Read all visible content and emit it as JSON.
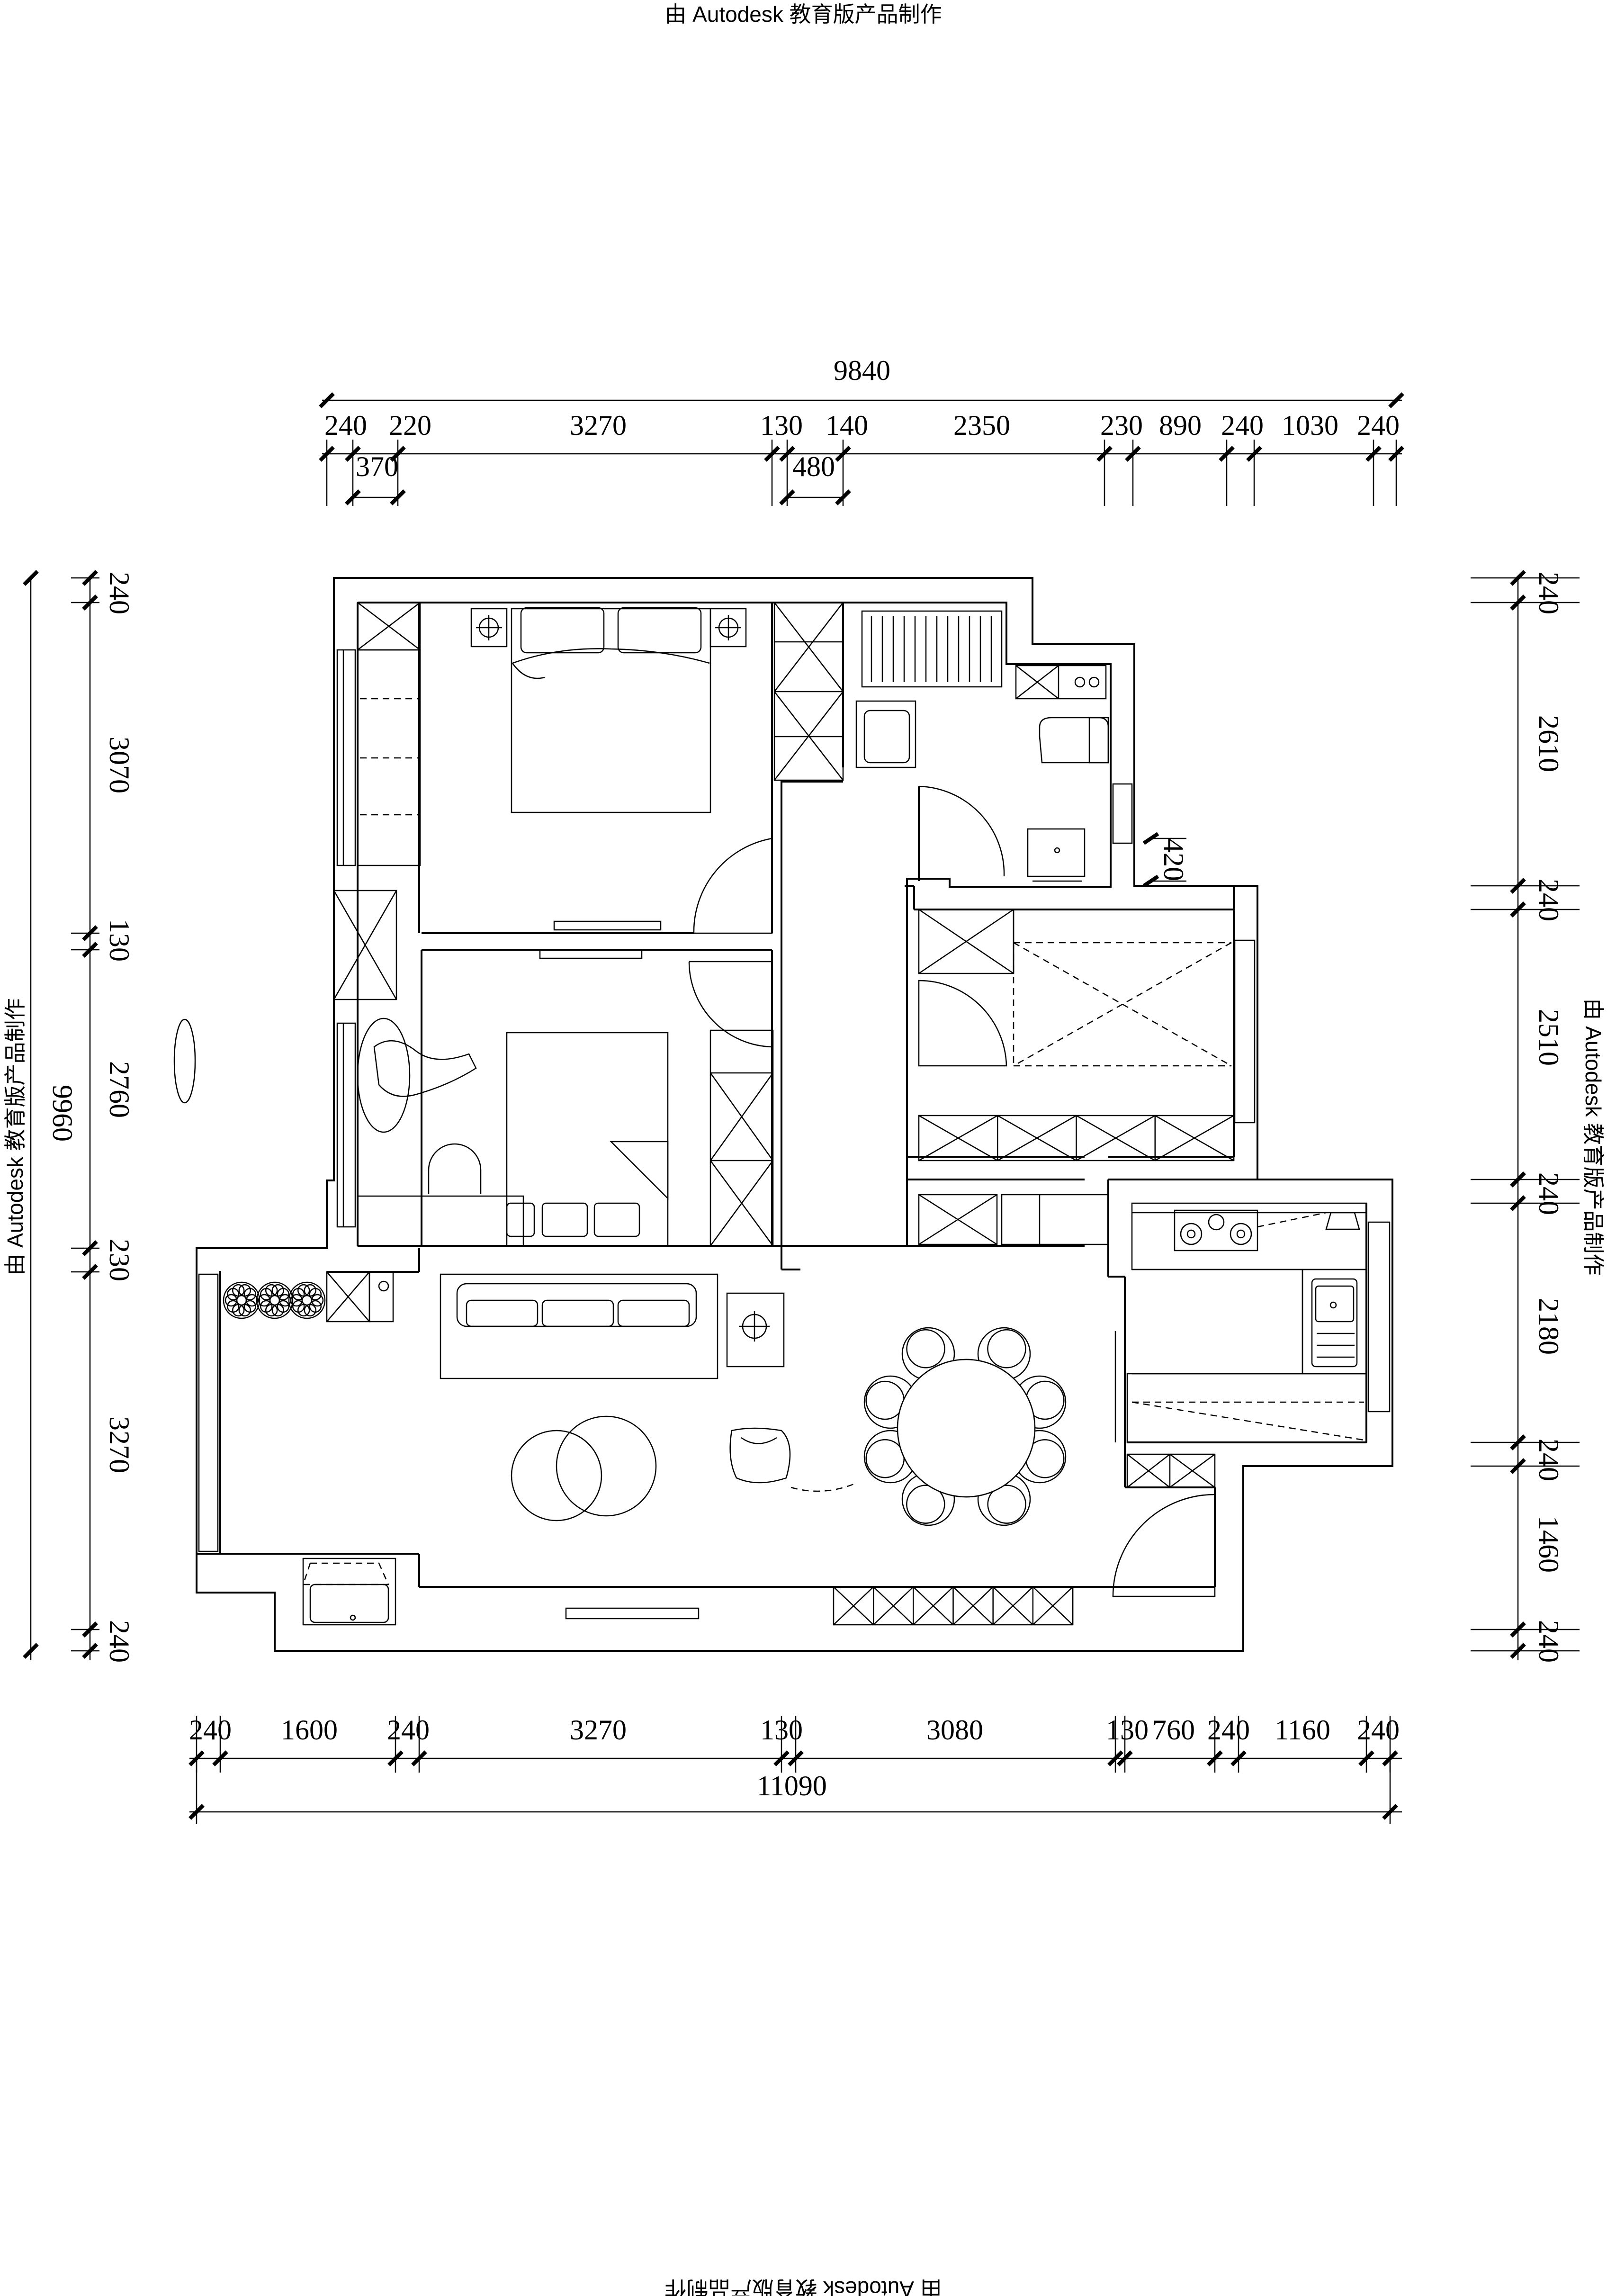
{
  "watermark": {
    "top": "由 Autodesk 教育版产品制作",
    "bottom": "由 Autodesk 教育版产品制作",
    "left": "由 Autodesk 教育版产品制作",
    "right": "由 Autodesk 教育版产品制作"
  },
  "dimensions": {
    "top_total": "9840",
    "top": [
      "240",
      "220",
      "3270",
      "130",
      "140",
      "2350",
      "230",
      "890",
      "240",
      "1030",
      "240"
    ],
    "top_sub": [
      "370",
      "480"
    ],
    "bottom_total": "11090",
    "bottom": [
      "240",
      "1600",
      "240",
      "3270",
      "130",
      "3080",
      "130",
      "760",
      "240",
      "1160",
      "240"
    ],
    "left_total": "9960",
    "left": [
      "240",
      "3070",
      "130",
      "2760",
      "230",
      "3270",
      "240"
    ],
    "right": [
      "240",
      "2610",
      "240",
      "2510",
      "240",
      "2180",
      "240",
      "1460",
      "240"
    ],
    "right_extra": "420"
  }
}
